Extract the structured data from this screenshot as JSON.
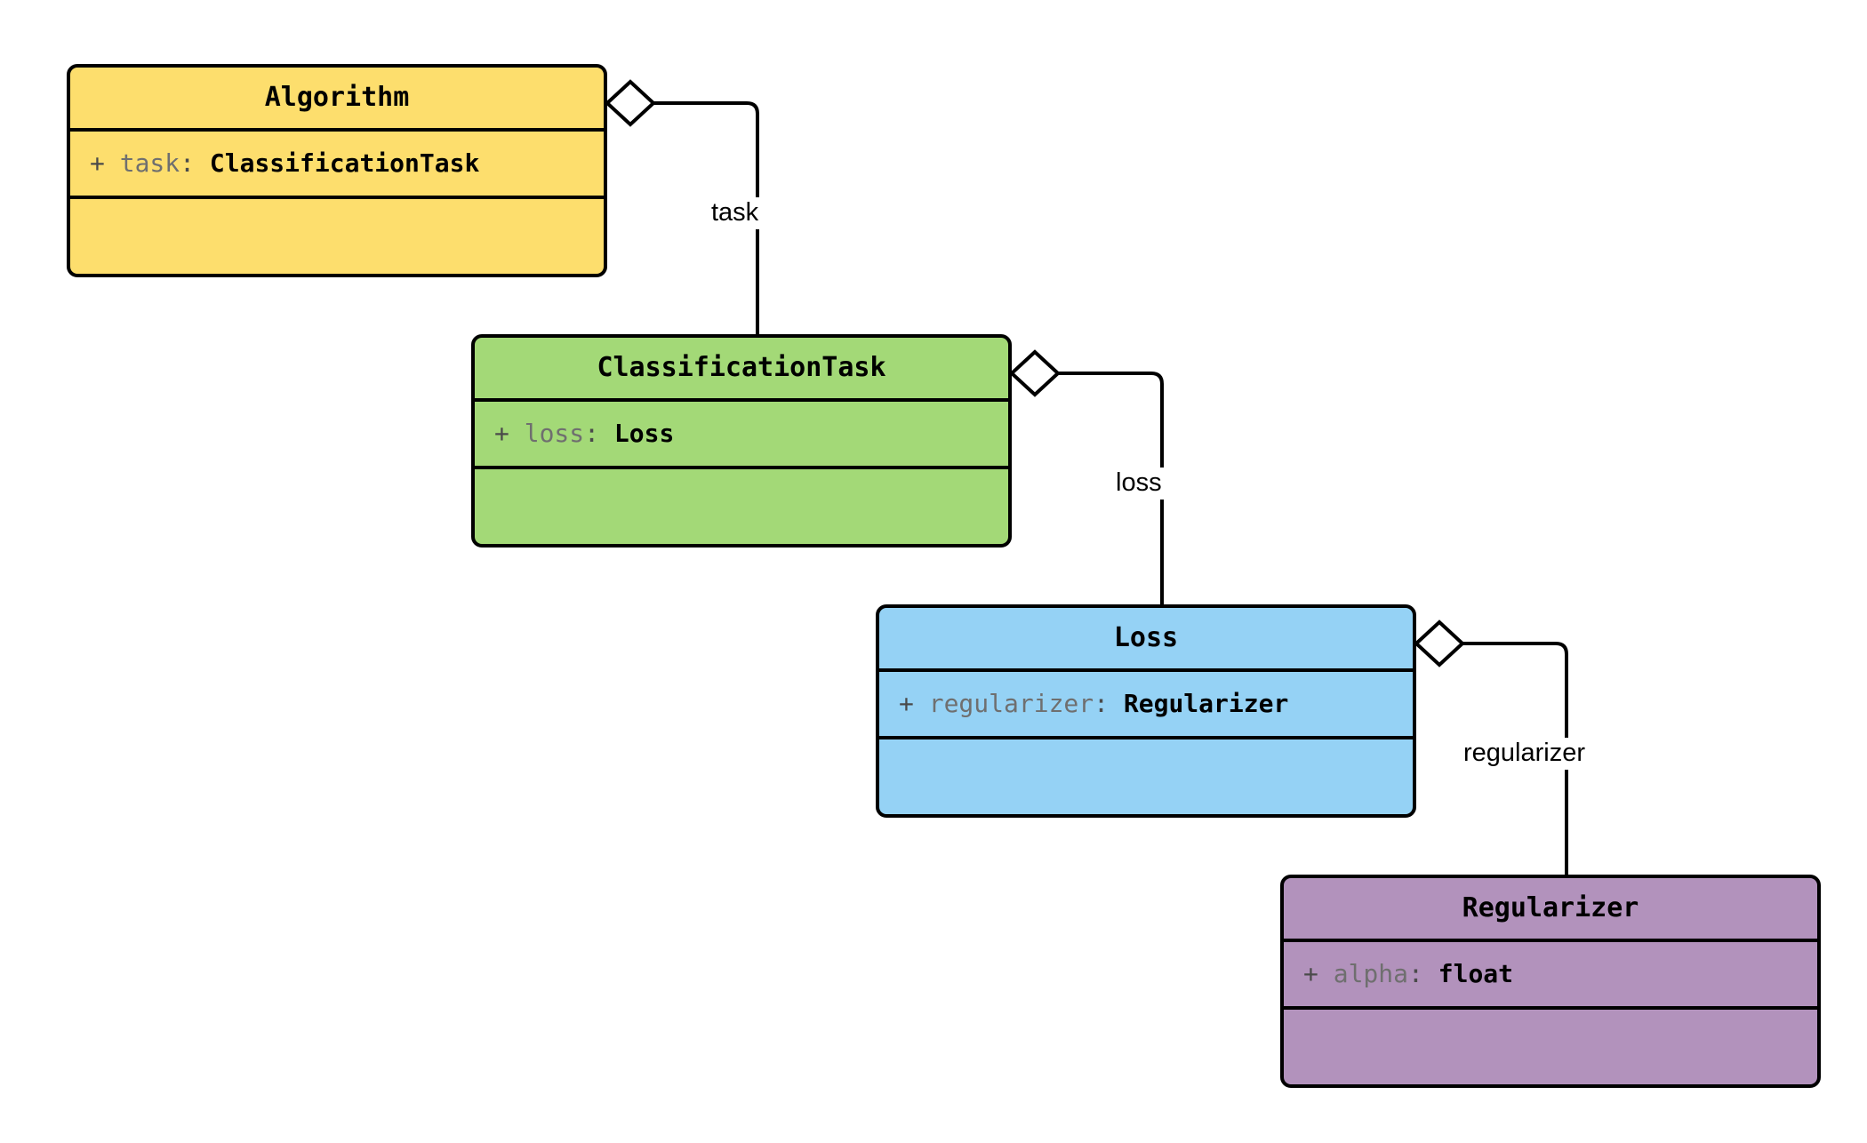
{
  "diagram": {
    "type": "uml-class-diagram",
    "title": "",
    "background_color": "#ffffff",
    "stroke_color": "#000000"
  },
  "classes": [
    {
      "id": "algorithm",
      "name": "Algorithm",
      "fill": "#FDDE6D",
      "attributes": [
        {
          "visibility": "+",
          "name": "task",
          "colon": ":",
          "type": "ClassificationTask"
        }
      ],
      "methods": []
    },
    {
      "id": "classification-task",
      "name": "ClassificationTask",
      "fill": "#A3D977",
      "attributes": [
        {
          "visibility": "+",
          "name": "loss",
          "colon": ":",
          "type": "Loss"
        }
      ],
      "methods": []
    },
    {
      "id": "loss",
      "name": "Loss",
      "fill": "#95D2F5",
      "attributes": [
        {
          "visibility": "+",
          "name": "regularizer",
          "colon": ":",
          "type": "Regularizer"
        }
      ],
      "methods": []
    },
    {
      "id": "regularizer",
      "name": "Regularizer",
      "fill": "#B292BC",
      "attributes": [
        {
          "visibility": "+",
          "name": "alpha",
          "colon": ":",
          "type": "float"
        }
      ],
      "methods": []
    }
  ],
  "relations": [
    {
      "id": "algorithm-task",
      "kind": "aggregation",
      "from": "Algorithm",
      "to": "ClassificationTask",
      "label": "task"
    },
    {
      "id": "classificationtask-loss",
      "kind": "aggregation",
      "from": "ClassificationTask",
      "to": "Loss",
      "label": "loss"
    },
    {
      "id": "loss-regularizer",
      "kind": "aggregation",
      "from": "Loss",
      "to": "Regularizer",
      "label": "regularizer"
    }
  ]
}
